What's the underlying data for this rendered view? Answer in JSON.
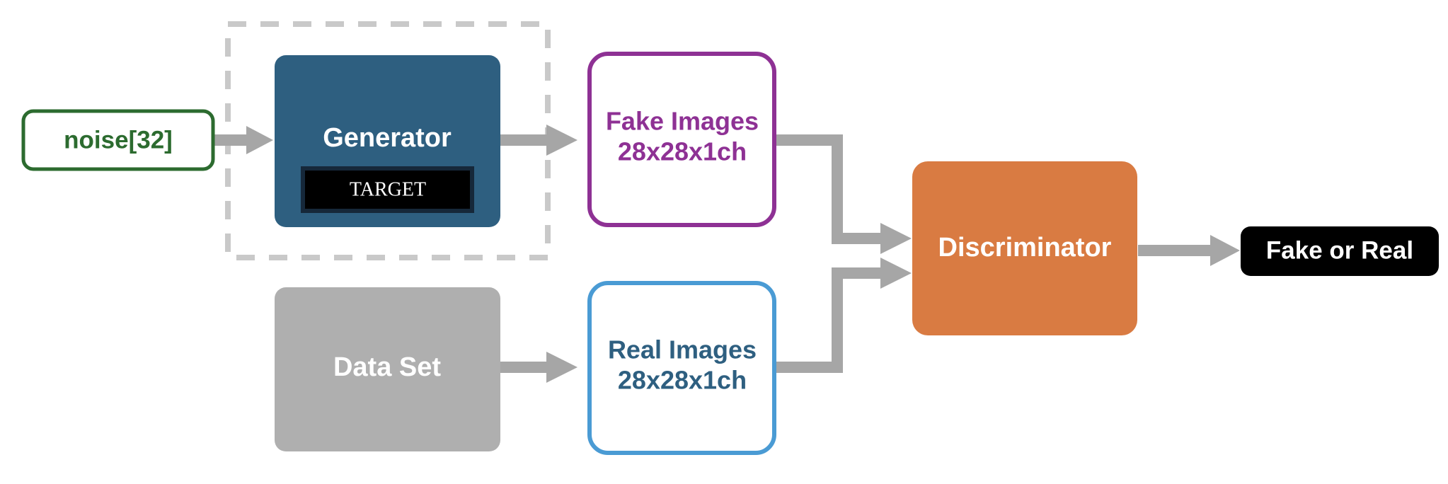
{
  "diagram": {
    "title": "GAN architecture block diagram",
    "type": "flow-diagram",
    "background": "#ffffff",
    "colors": {
      "generator_fill": "#2E5F80",
      "generator_text": "#ffffff",
      "target_fill": "#000000",
      "target_border": "#16283A",
      "target_text": "#ffffff",
      "noise_border": "#2C6B2F",
      "noise_text": "#2C6B2F",
      "noise_fill": "#ffffff",
      "fake_border": "#8E3194",
      "fake_text": "#8E3194",
      "fake_fill": "#ffffff",
      "real_border": "#4A9BD4",
      "real_text": "#2E5F80",
      "real_fill": "#ffffff",
      "dataset_fill": "#AFAFAF",
      "dataset_text": "#ffffff",
      "discriminator_fill": "#D97B42",
      "discriminator_text": "#ffffff",
      "output_fill": "#000000",
      "output_text": "#ffffff",
      "arrow": "#A6A6A6",
      "dashed_group": "#C9C9C9"
    },
    "nodes": {
      "noise": {
        "label": "noise[32]",
        "shape": "rounded-rect-outline"
      },
      "generator": {
        "label": "Generator",
        "shape": "rounded-rect-filled"
      },
      "target": {
        "label": "TARGET",
        "shape": "rect-filled"
      },
      "fake_images": {
        "label_line1": "Fake Images",
        "label_line2": "28x28x1ch",
        "shape": "rounded-rect-outline"
      },
      "dataset": {
        "label": "Data Set",
        "shape": "rounded-rect-filled"
      },
      "real_images": {
        "label_line1": "Real Images",
        "label_line2": "28x28x1ch",
        "shape": "rounded-rect-outline"
      },
      "discriminator": {
        "label": "Discriminator",
        "shape": "rounded-rect-filled"
      },
      "output": {
        "label": "Fake or Real",
        "shape": "rounded-rect-filled"
      }
    },
    "group_box": {
      "label": "",
      "style": "dashed"
    },
    "edges": [
      {
        "name": "noise-to-generator",
        "from": "noise",
        "to": "generator"
      },
      {
        "name": "generator-to-fake-images",
        "from": "generator",
        "to": "fake_images"
      },
      {
        "name": "dataset-to-real-images",
        "from": "dataset",
        "to": "real_images"
      },
      {
        "name": "fake-images-to-discriminator",
        "from": "fake_images",
        "to": "discriminator"
      },
      {
        "name": "real-images-to-discriminator",
        "from": "real_images",
        "to": "discriminator"
      },
      {
        "name": "discriminator-to-output",
        "from": "discriminator",
        "to": "output"
      }
    ]
  }
}
